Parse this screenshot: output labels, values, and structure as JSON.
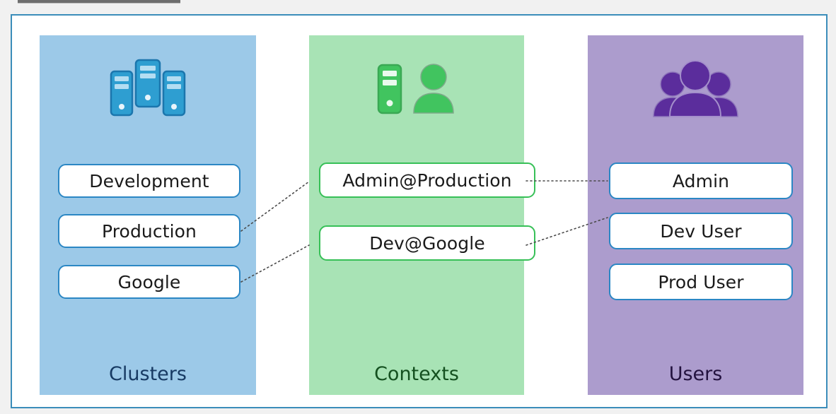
{
  "window": {
    "background_color": "#f1f1f1",
    "card_border_color": "#3b8dba"
  },
  "diagram": {
    "title_present": false,
    "columns": [
      {
        "id": "clusters",
        "caption": "Clusters",
        "band_color": "#9cc9e8",
        "caption_color": "#173a63",
        "icon": "servers-icon",
        "icon_color": "#1d87c4",
        "box_border_color": "#2b87c4",
        "items": [
          {
            "label": "Development"
          },
          {
            "label": "Production"
          },
          {
            "label": "Google"
          }
        ]
      },
      {
        "id": "contexts",
        "caption": "Contexts",
        "band_color": "#a8e3b5",
        "caption_color": "#14501f",
        "icon": "server-and-user-icon",
        "icon_color": "#3cc25a",
        "box_border_color": "#37c057",
        "items": [
          {
            "label": "Admin@Production"
          },
          {
            "label": "Dev@Google"
          }
        ]
      },
      {
        "id": "users",
        "caption": "Users",
        "band_color": "#ac9ccd",
        "caption_color": "#23123f",
        "icon": "users-group-icon",
        "icon_color": "#5b2d9c",
        "box_border_color": "#2b87c4",
        "items": [
          {
            "label": "Admin"
          },
          {
            "label": "Dev User"
          },
          {
            "label": "Prod User"
          }
        ]
      }
    ],
    "connections": [
      {
        "from": "Production",
        "to": "Admin@Production",
        "style": "dotted"
      },
      {
        "from": "Google",
        "to": "Dev@Google",
        "style": "dotted"
      },
      {
        "from": "Admin@Production",
        "to": "Admin",
        "style": "dotted"
      },
      {
        "from": "Dev@Google",
        "to": "Dev User",
        "style": "dotted"
      }
    ],
    "connector_color": "#4a4a4a"
  }
}
